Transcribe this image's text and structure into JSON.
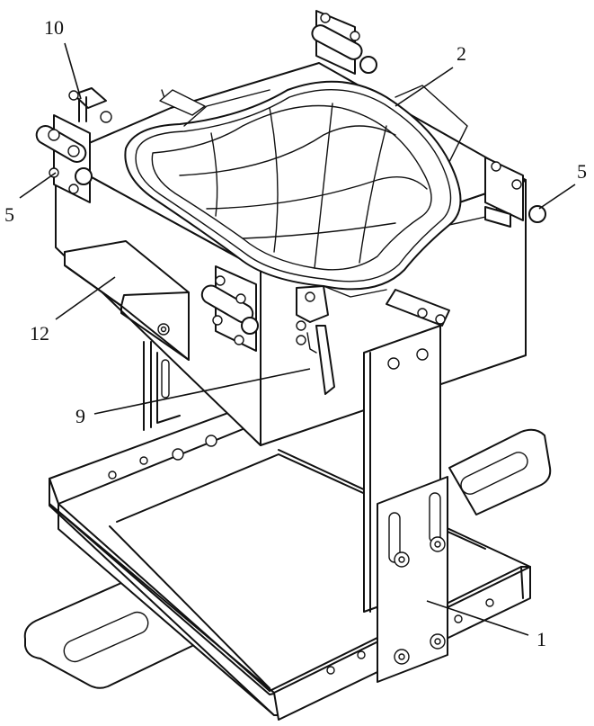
{
  "figure": {
    "labels": {
      "part_10": "10",
      "part_2": "2",
      "part_5_left": "5",
      "part_5_right": "5",
      "part_12": "12",
      "part_9": "9",
      "part_1": "1"
    }
  }
}
